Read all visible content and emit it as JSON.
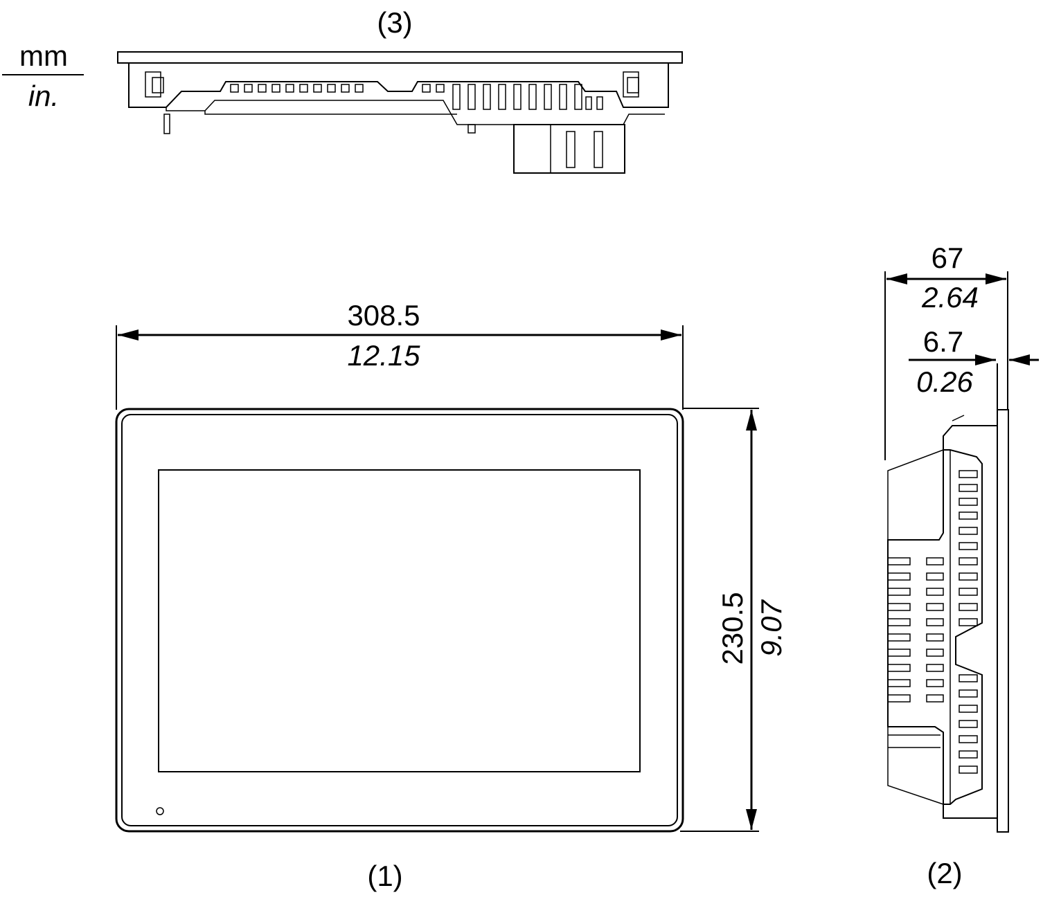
{
  "units": {
    "metric": "mm",
    "imperial": "in."
  },
  "views": {
    "front": {
      "label": "(1)"
    },
    "side": {
      "label": "(2)"
    },
    "top": {
      "label": "(3)"
    }
  },
  "dimensions": {
    "width": {
      "mm": "308.5",
      "in": "12.15"
    },
    "height": {
      "mm": "230.5",
      "in": "9.07"
    },
    "depth": {
      "mm": "67",
      "in": "2.64"
    },
    "bezel": {
      "mm": "6.7",
      "in": "0.26"
    }
  },
  "colors": {
    "line": "#000000",
    "background": "#ffffff"
  }
}
